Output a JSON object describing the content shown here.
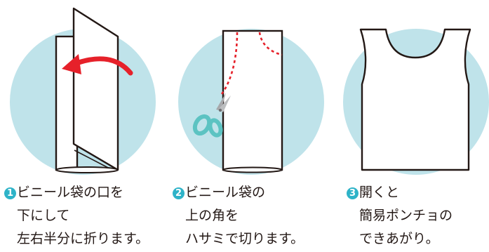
{
  "colors": {
    "circle": "#bfe3ea",
    "outline": "#231815",
    "arrow": "#e6212a",
    "cut_line": "#e6212a",
    "scissors_handle": "#5cc3c2",
    "scissors_blade": "#a7a9ac",
    "step_badge": "#2eb3c8"
  },
  "steps": [
    {
      "badge": "1",
      "badge_icon": "step-number-badge",
      "lines": [
        "ビニール袋の口を",
        "下にして",
        "左右半分に折ります。"
      ]
    },
    {
      "badge": "2",
      "badge_icon": "step-number-badge",
      "lines": [
        "ビニール袋の",
        "上の角を",
        "ハサミで切ります。"
      ]
    },
    {
      "badge": "3",
      "badge_icon": "step-number-badge",
      "lines": [
        "開くと",
        "簡易ポンチョの",
        "できあがり。"
      ]
    }
  ]
}
